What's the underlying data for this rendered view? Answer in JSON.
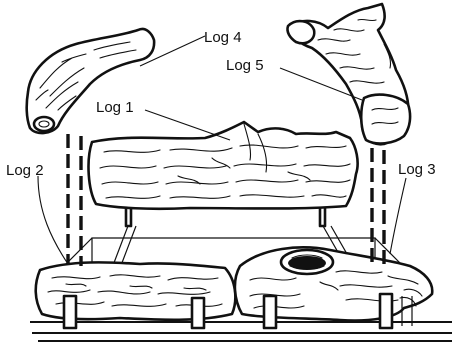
{
  "labels": {
    "log1": "Log 1",
    "log2": "Log 2",
    "log3": "Log 3",
    "log4": "Log 4",
    "log5": "Log 5"
  },
  "colors": {
    "ink": "#111111",
    "fill": "#ffffff"
  }
}
